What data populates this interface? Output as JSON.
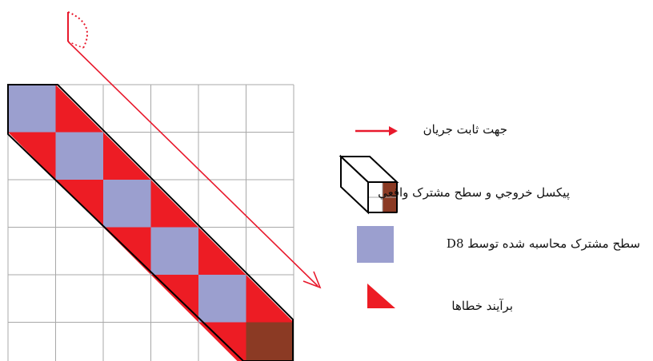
{
  "colors": {
    "grid_line": "#a8a8a8",
    "common_surface": "#9b9fcf",
    "error": "#ed1c24",
    "outlet_pixel": "#8b3a24",
    "arrow": "#e8192c",
    "outline": "#000000"
  },
  "legend": {
    "flow_direction": "جهت ثابت جريان",
    "outlet_pixel": "پيکسل خروجي و سطح مشترک واقعي",
    "d8_common_surface": "سطح مشترک محاسبه شده توسط D8",
    "error_sum": "برآيند خطاها"
  }
}
